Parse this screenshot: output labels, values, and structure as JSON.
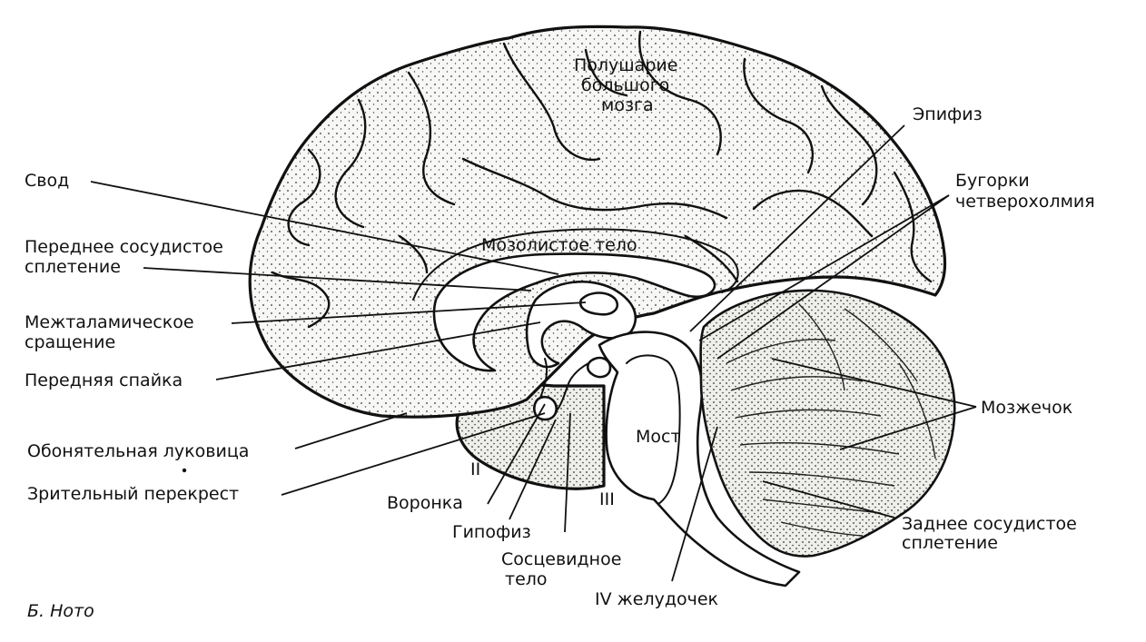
{
  "colors": {
    "ink": "#111111",
    "paper": "#ffffff",
    "tissue": "#f7f7f5"
  },
  "labels": {
    "hemisphere": [
      "Полушарие",
      "большого",
      "мозга"
    ],
    "epiphysis": "Эпифиз",
    "quadrigemina": [
      "Бугорки",
      "четверохолмия"
    ],
    "fornix": "Свод",
    "anterior_plexus": [
      "Переднее сосудистое",
      "сплетение"
    ],
    "corpus_callosum": "Мозолистое тело",
    "interthalamic": [
      "Межталамическое",
      "сращение"
    ],
    "anterior_commissure": "Передняя спайка",
    "cerebellum": "Мозжечок",
    "pons": "Мост",
    "olfactory_bulb": "Обонятельная луковица",
    "optic_chiasm": "Зрительный перекрест",
    "nerve_ii": "II",
    "nerve_iii": "III",
    "infundibulum": "Воронка",
    "hypophysis": "Гипофиз",
    "mammillary": [
      "Сосцевидное",
      "тело"
    ],
    "fourth_ventricle": "IV желудочек",
    "posterior_plexus": [
      "Заднее сосудистое",
      "сплетение"
    ],
    "credit": "Б. Ното"
  }
}
